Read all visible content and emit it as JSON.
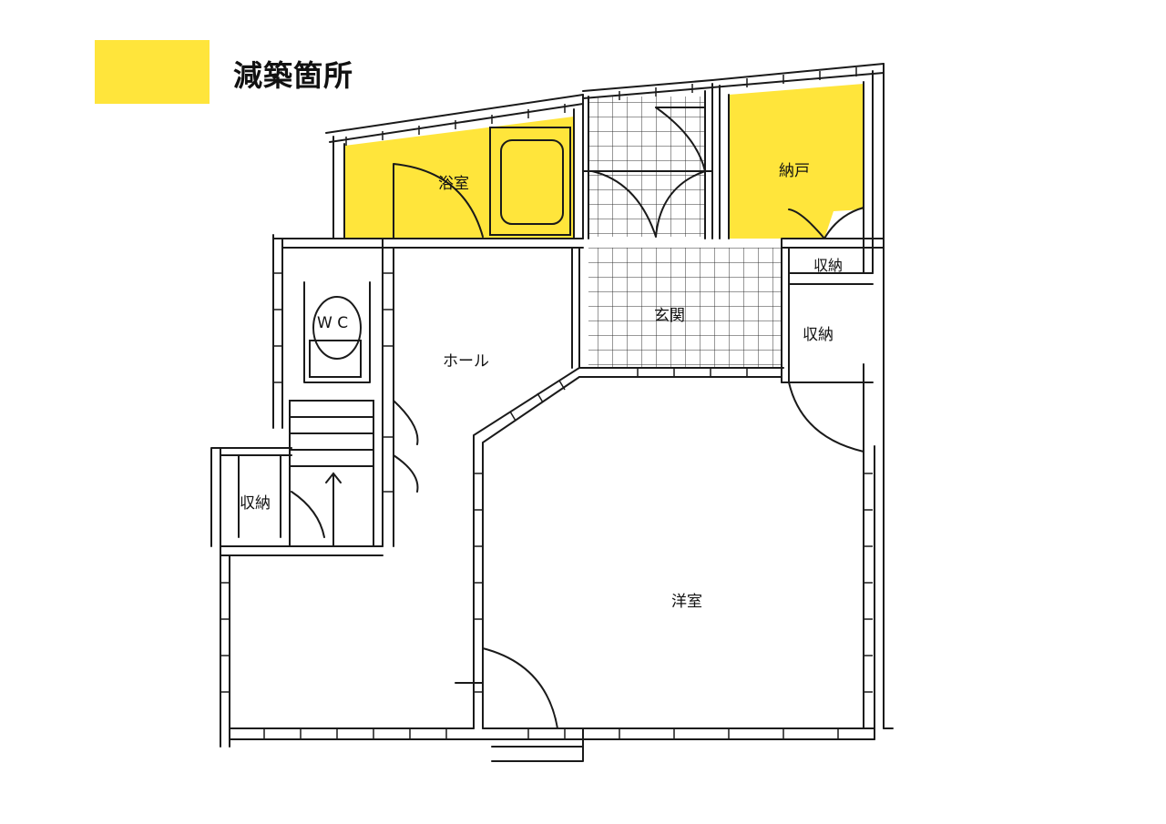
{
  "legend": {
    "label": "減築箇所",
    "color": "#ffe53b"
  },
  "rooms": {
    "bath": "浴室",
    "storeroom": "納戸",
    "storage_top": "収納",
    "storage_right": "収納",
    "storage_left": "収納",
    "wc": "W C",
    "entrance": "玄関",
    "hall": "ホール",
    "western_room": "洋室"
  },
  "colors": {
    "wall": "#1a1a1a",
    "highlight": "#ffe53b"
  }
}
